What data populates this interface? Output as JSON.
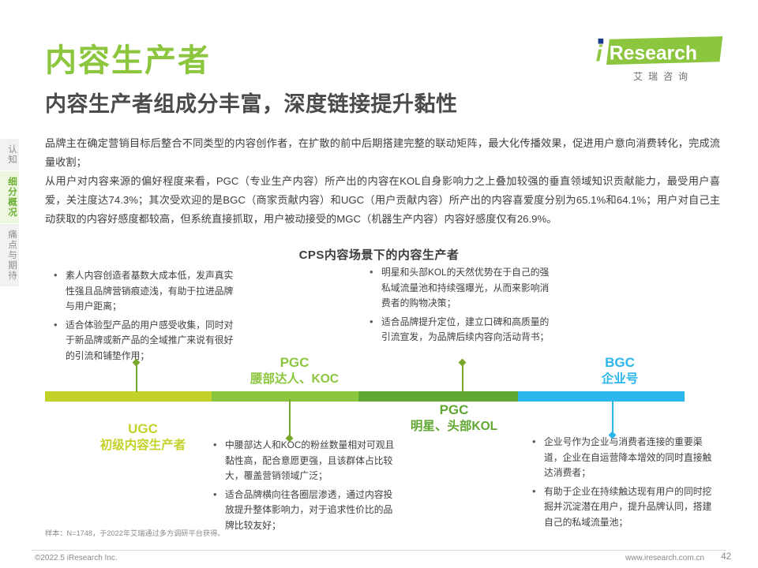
{
  "header": {
    "title": "内容生产者",
    "subtitle": "内容生产者组成分丰富，深度链接提升黏性",
    "title_color": "#8cc63e"
  },
  "logo": {
    "wordmark": "iResearch",
    "chinese": "艾瑞咨询",
    "mark_color": "#8cc63e"
  },
  "sidenav": {
    "items": [
      {
        "label": "认知",
        "active": false
      },
      {
        "label": "细分概况",
        "active": true
      },
      {
        "label": "痛点与期待",
        "active": false
      }
    ]
  },
  "body": {
    "paragraph1": "品牌主在确定营销目标后整合不同类型的内容创作者，在扩散的前中后期搭建完整的联动矩阵，最大化传播效果，促进用户意向消费转化，完成流量收割；",
    "paragraph2": "从用户对内容来源的偏好程度来看，PGC（专业生产内容）所产出的内容在KOL自身影响力之上叠加较强的垂直领域知识贡献能力，最受用户喜爱，关注度达74.3%；其次受欢迎的是BGC（商家贡献内容）和UGC（用户贡献内容）所产出的内容喜爱度分别为65.1%和64.1%；用户对自己主动获取的内容好感度都较高，但系统直接抓取，用户被动接受的MGC（机器生产内容）内容好感度仅有26.9%。"
  },
  "chart_data": {
    "type": "bar",
    "title": "CPS内容场景下的内容生产者",
    "xlabel": "",
    "ylabel": "",
    "orientation": "horizontal-spectrum",
    "grid": false,
    "legend": "none",
    "categories": [
      "UGC",
      "PGC",
      "PGC",
      "BGC"
    ],
    "segments": [
      {
        "code": "UGC",
        "name": "初级内容生产者",
        "color": "#c3d22a",
        "width_pct": 26,
        "label_side": "below",
        "bullets": [
          "素人内容创造者基数大成本低，发声真实性强且品牌营销痕迹浅，有助于拉进品牌与用户距离；",
          "适合体验型产品的用户感受收集，同时对于新品牌或新产品的全域推广来说有很好的引流和铺垫作用；"
        ]
      },
      {
        "code": "PGC",
        "name": "腰部达人、KOC",
        "color": "#8cc63e",
        "width_pct": 23,
        "label_side": "above",
        "bullets": [
          "中腰部达人和KOC的粉丝数量相对可观且黏性高，配合意愿更强，且该群体占比较大，覆盖营销领域广泛；",
          "适合品牌横向往各圈层渗透，通过内容投放提升整体影响力，对于追求性价比的品牌比较友好；"
        ]
      },
      {
        "code": "PGC",
        "name": "明星、头部KOL",
        "color": "#61a832",
        "width_pct": 25,
        "label_side": "below",
        "bullets": [
          "明星和头部KOL的天然优势在于自己的强私域流量池和持续强曝光，从而来影响消费者的购物决策；",
          "适合品牌提升定位，建立口碑和高质量的引流宣发，为品牌后续内容向活动背书；"
        ]
      },
      {
        "code": "BGC",
        "name": "企业号",
        "color": "#2bb6ec",
        "width_pct": 26,
        "label_side": "above",
        "bullets": [
          "企业号作为企业与消费者连接的重要渠道，企业在自运营降本增效的同时直接触达消费者；",
          "有助于企业在持续触达现有用户的同时挖掘并沉淀潜在用户，提升品牌认同，搭建自己的私域流量池；"
        ]
      }
    ]
  },
  "footnote": {
    "sample": "样本：N=1748，于2022年艾瑞通过多方调研平台获得。"
  },
  "footer": {
    "copyright": "©2022.5 iResearch Inc.",
    "website": "www.iresearch.com.cn",
    "page": "42"
  }
}
